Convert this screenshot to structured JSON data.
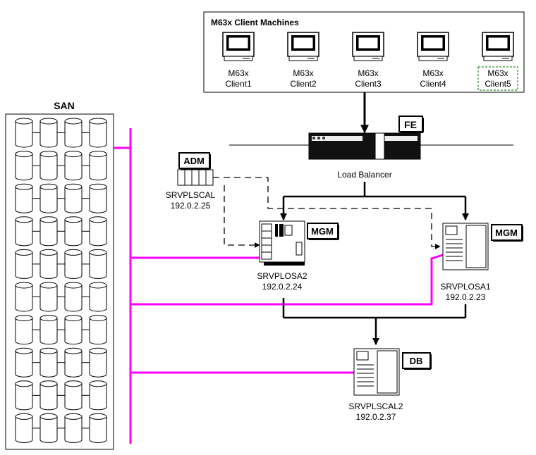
{
  "clients_box": {
    "title": "M63x Client Machines",
    "clients": [
      {
        "line1": "M63x",
        "line2": "Client1",
        "highlighted": false
      },
      {
        "line1": "M63x",
        "line2": "Client2",
        "highlighted": false
      },
      {
        "line1": "M63x",
        "line2": "Client3",
        "highlighted": false
      },
      {
        "line1": "M63x",
        "line2": "Client4",
        "highlighted": false
      },
      {
        "line1": "M63x",
        "line2": "Client5",
        "highlighted": true
      }
    ]
  },
  "san": {
    "title": "SAN",
    "rows": 10,
    "cols": 4
  },
  "fe": {
    "badge": "FE",
    "label": "Load Balancer"
  },
  "adm": {
    "badge": "ADM",
    "name": "SRVPLSCAL",
    "ip": "192.0.2.25"
  },
  "mgm_left": {
    "badge": "MGM",
    "name": "SRVPLOSA2",
    "ip": "192.0.2.24"
  },
  "mgm_right": {
    "badge": "MGM",
    "name": "SRVPLOSA1",
    "ip": "192.0.2.23"
  },
  "db": {
    "badge": "DB",
    "name": "SRVPLSCAL2",
    "ip": "192.0.2.37"
  },
  "colors": {
    "san_link": "#ff00ff",
    "highlight_border": "#2e8b2e",
    "line": "#000000"
  }
}
